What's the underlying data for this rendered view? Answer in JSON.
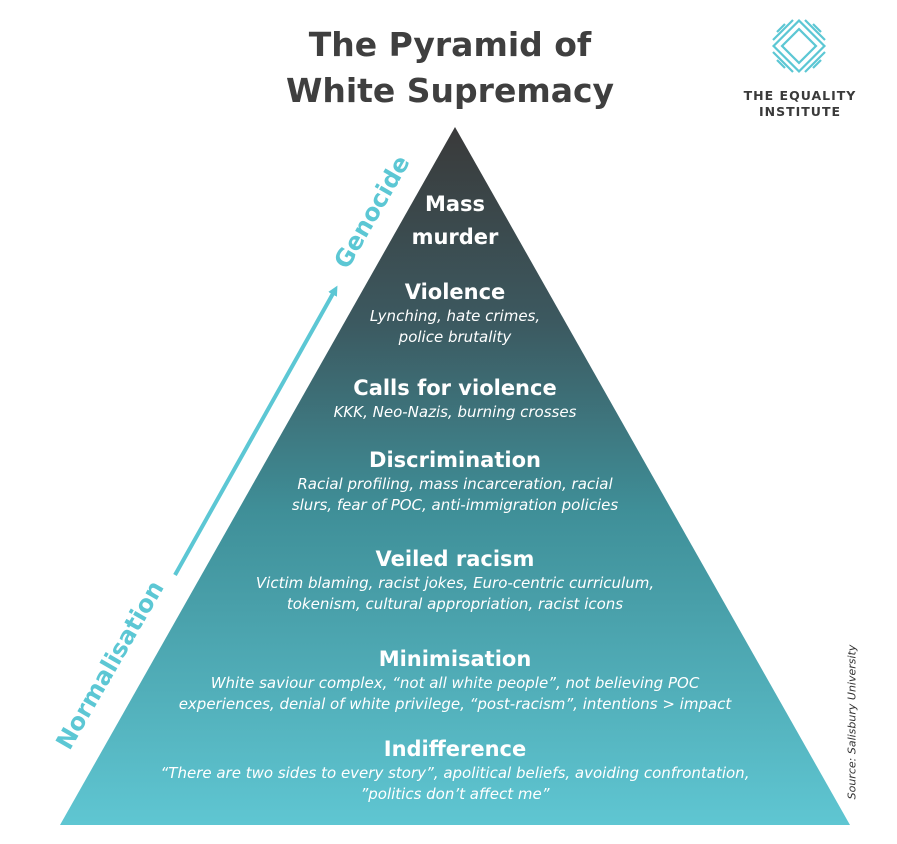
{
  "title_line1": "The Pyramid of",
  "title_line2": "White Supremacy",
  "logo": {
    "line1": "THE EQUALITY",
    "line2": "INSTITUTE",
    "icon": "equality-institute-logo-icon",
    "color": "#5cc7d4"
  },
  "pyramid": {
    "top_color": "#3a3a3a",
    "bottom_color": "#5fc6d2",
    "levels": [
      {
        "heading": "Mass",
        "heading2": "murder"
      },
      {
        "heading": "Violence",
        "line1": "Lynching, hate crimes,",
        "line2": "police brutality"
      },
      {
        "heading": "Calls for violence",
        "line1": "KKK, Neo-Nazis, burning crosses"
      },
      {
        "heading": "Discrimination",
        "line1": "Racial profiling, mass incarceration, racial",
        "line2": "slurs, fear of POC, anti-immigration policies"
      },
      {
        "heading": "Veiled racism",
        "line1": "Victim blaming, racist jokes, Euro-centric curriculum,",
        "line2": "tokenism, cultural appropriation, racist icons"
      },
      {
        "heading": "Minimisation",
        "line1": "White saviour complex, “not all white people”, not believing POC",
        "line2": "experiences, denial of white privilege, “post-racism”, intentions > impact"
      },
      {
        "heading": "Indifference",
        "line1": "“There are two sides to every story”, apolitical beliefs, avoiding confrontation,",
        "line2": "”politics don’t affect me”"
      }
    ]
  },
  "arrow": {
    "start_label": "Normalisation",
    "end_label": "Genocide",
    "color": "#5cc7d4"
  },
  "source": "Source: Salisbury University"
}
